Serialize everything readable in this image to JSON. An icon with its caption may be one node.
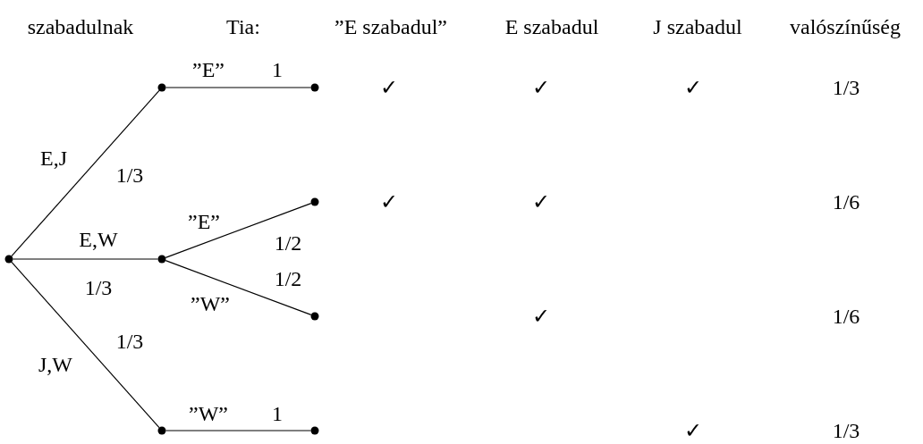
{
  "diagram": {
    "nodes": [
      {
        "text": [],
        "shape": "circle"
      },
      {
        "text": [],
        "shape": "circle"
      },
      {
        "text": [],
        "shape": "circle"
      },
      {
        "text": [],
        "shape": "circle"
      },
      {
        "text": [],
        "shape": "circle"
      },
      {
        "text": [],
        "shape": "circle"
      },
      {
        "text": [],
        "shape": "circle"
      },
      {
        "text": [],
        "shape": "circle"
      }
    ],
    "edges": [
      {
        "from": 0,
        "to": 1,
        "arrow": "none",
        "label": "E,J"
      },
      {
        "from": 0,
        "to": 2,
        "arrow": "none",
        "label": "E,W"
      },
      {
        "from": 0,
        "to": 3,
        "arrow": "none",
        "label": "J,W"
      },
      {
        "from": 1,
        "to": 4,
        "arrow": "none",
        "label": "”E”"
      },
      {
        "from": 2,
        "to": 5,
        "arrow": "none",
        "label": "”E”"
      },
      {
        "from": 2,
        "to": 6,
        "arrow": "none",
        "label": "”W”"
      },
      {
        "from": 3,
        "to": 7,
        "arrow": "none",
        "label": "”W”"
      }
    ],
    "labels": [
      "szabadulnak",
      "Tia:",
      "”E szabadul”",
      "E szabadul",
      "J szabadul",
      "valószínűség",
      "1",
      "✓",
      "✓",
      "✓",
      "1/3",
      "1/3",
      "✓",
      "✓",
      "1/6",
      "1/2",
      "1/3",
      "1/2",
      "✓",
      "1/6",
      "1/3",
      "1",
      "✓",
      "1/3"
    ]
  }
}
